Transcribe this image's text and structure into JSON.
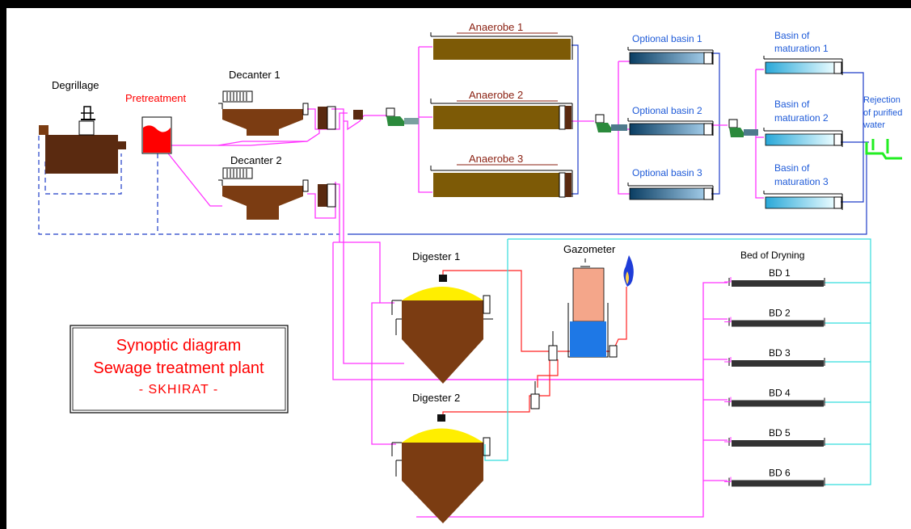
{
  "labels": {
    "degrillage": "Degrillage",
    "pretreatment": "Pretreatment",
    "decanter1": "Decanter 1",
    "decanter2": "Decanter 2",
    "anaerobe1": "Anaerobe 1",
    "anaerobe2": "Anaerobe 2",
    "anaerobe3": "Anaerobe 3",
    "optional1": "Optional basin 1",
    "optional2": "Optional basin 2",
    "optional3": "Optional basin 3",
    "maturation1": [
      "Basin of",
      "maturation 1"
    ],
    "maturation2": [
      "Basin of",
      "maturation 2"
    ],
    "maturation3": [
      "Basin of",
      "maturation 3"
    ],
    "rejection": [
      "Rejection",
      "of purified",
      "water"
    ],
    "digester1": "Digester 1",
    "digester2": "Digester 2",
    "gazometer": "Gazometer",
    "bed_of_drying": "Bed of Dryning",
    "beds": [
      "BD 1",
      "BD 2",
      "BD 3",
      "BD 4",
      "BD 5",
      "BD 6"
    ]
  },
  "title_box": {
    "line1": "Synoptic diagram",
    "line2": "Sewage treatment plant",
    "line3": "- SKHIRAT -"
  },
  "colors": {
    "background": "#ffffff",
    "sludge": "#7b3c12",
    "anaerobe_fill": "#7d5a06",
    "pink_pipe": "#ff33ff",
    "red_pipe": "#ff2222",
    "cyan_pipe": "#33dddd",
    "blue_pipe": "#1e3cc8",
    "label_red": "#ff0000",
    "label_blue": "#1e5ad8",
    "anaerobe_label": "#8a1f10",
    "gas_cap": "#ffee00",
    "green_outlet": "#22ee22"
  }
}
